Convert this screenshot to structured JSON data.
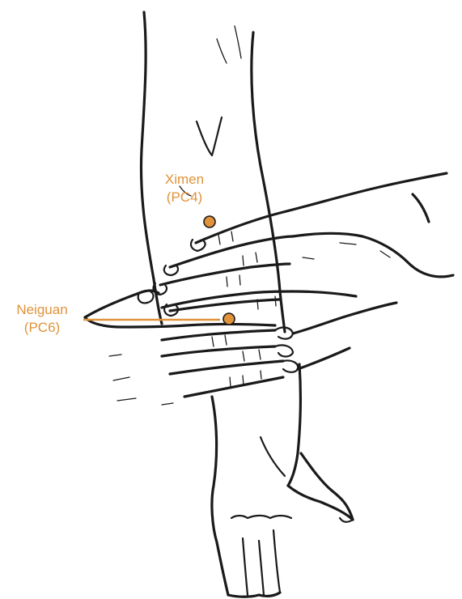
{
  "accent_color": "#e0933a",
  "ink_color": "#1a1a1a",
  "points": [
    {
      "id": "ximen",
      "name": "Ximen",
      "code": "(PC4)"
    },
    {
      "id": "neiguan",
      "name": "Neiguan",
      "code": "(PC6)"
    }
  ]
}
